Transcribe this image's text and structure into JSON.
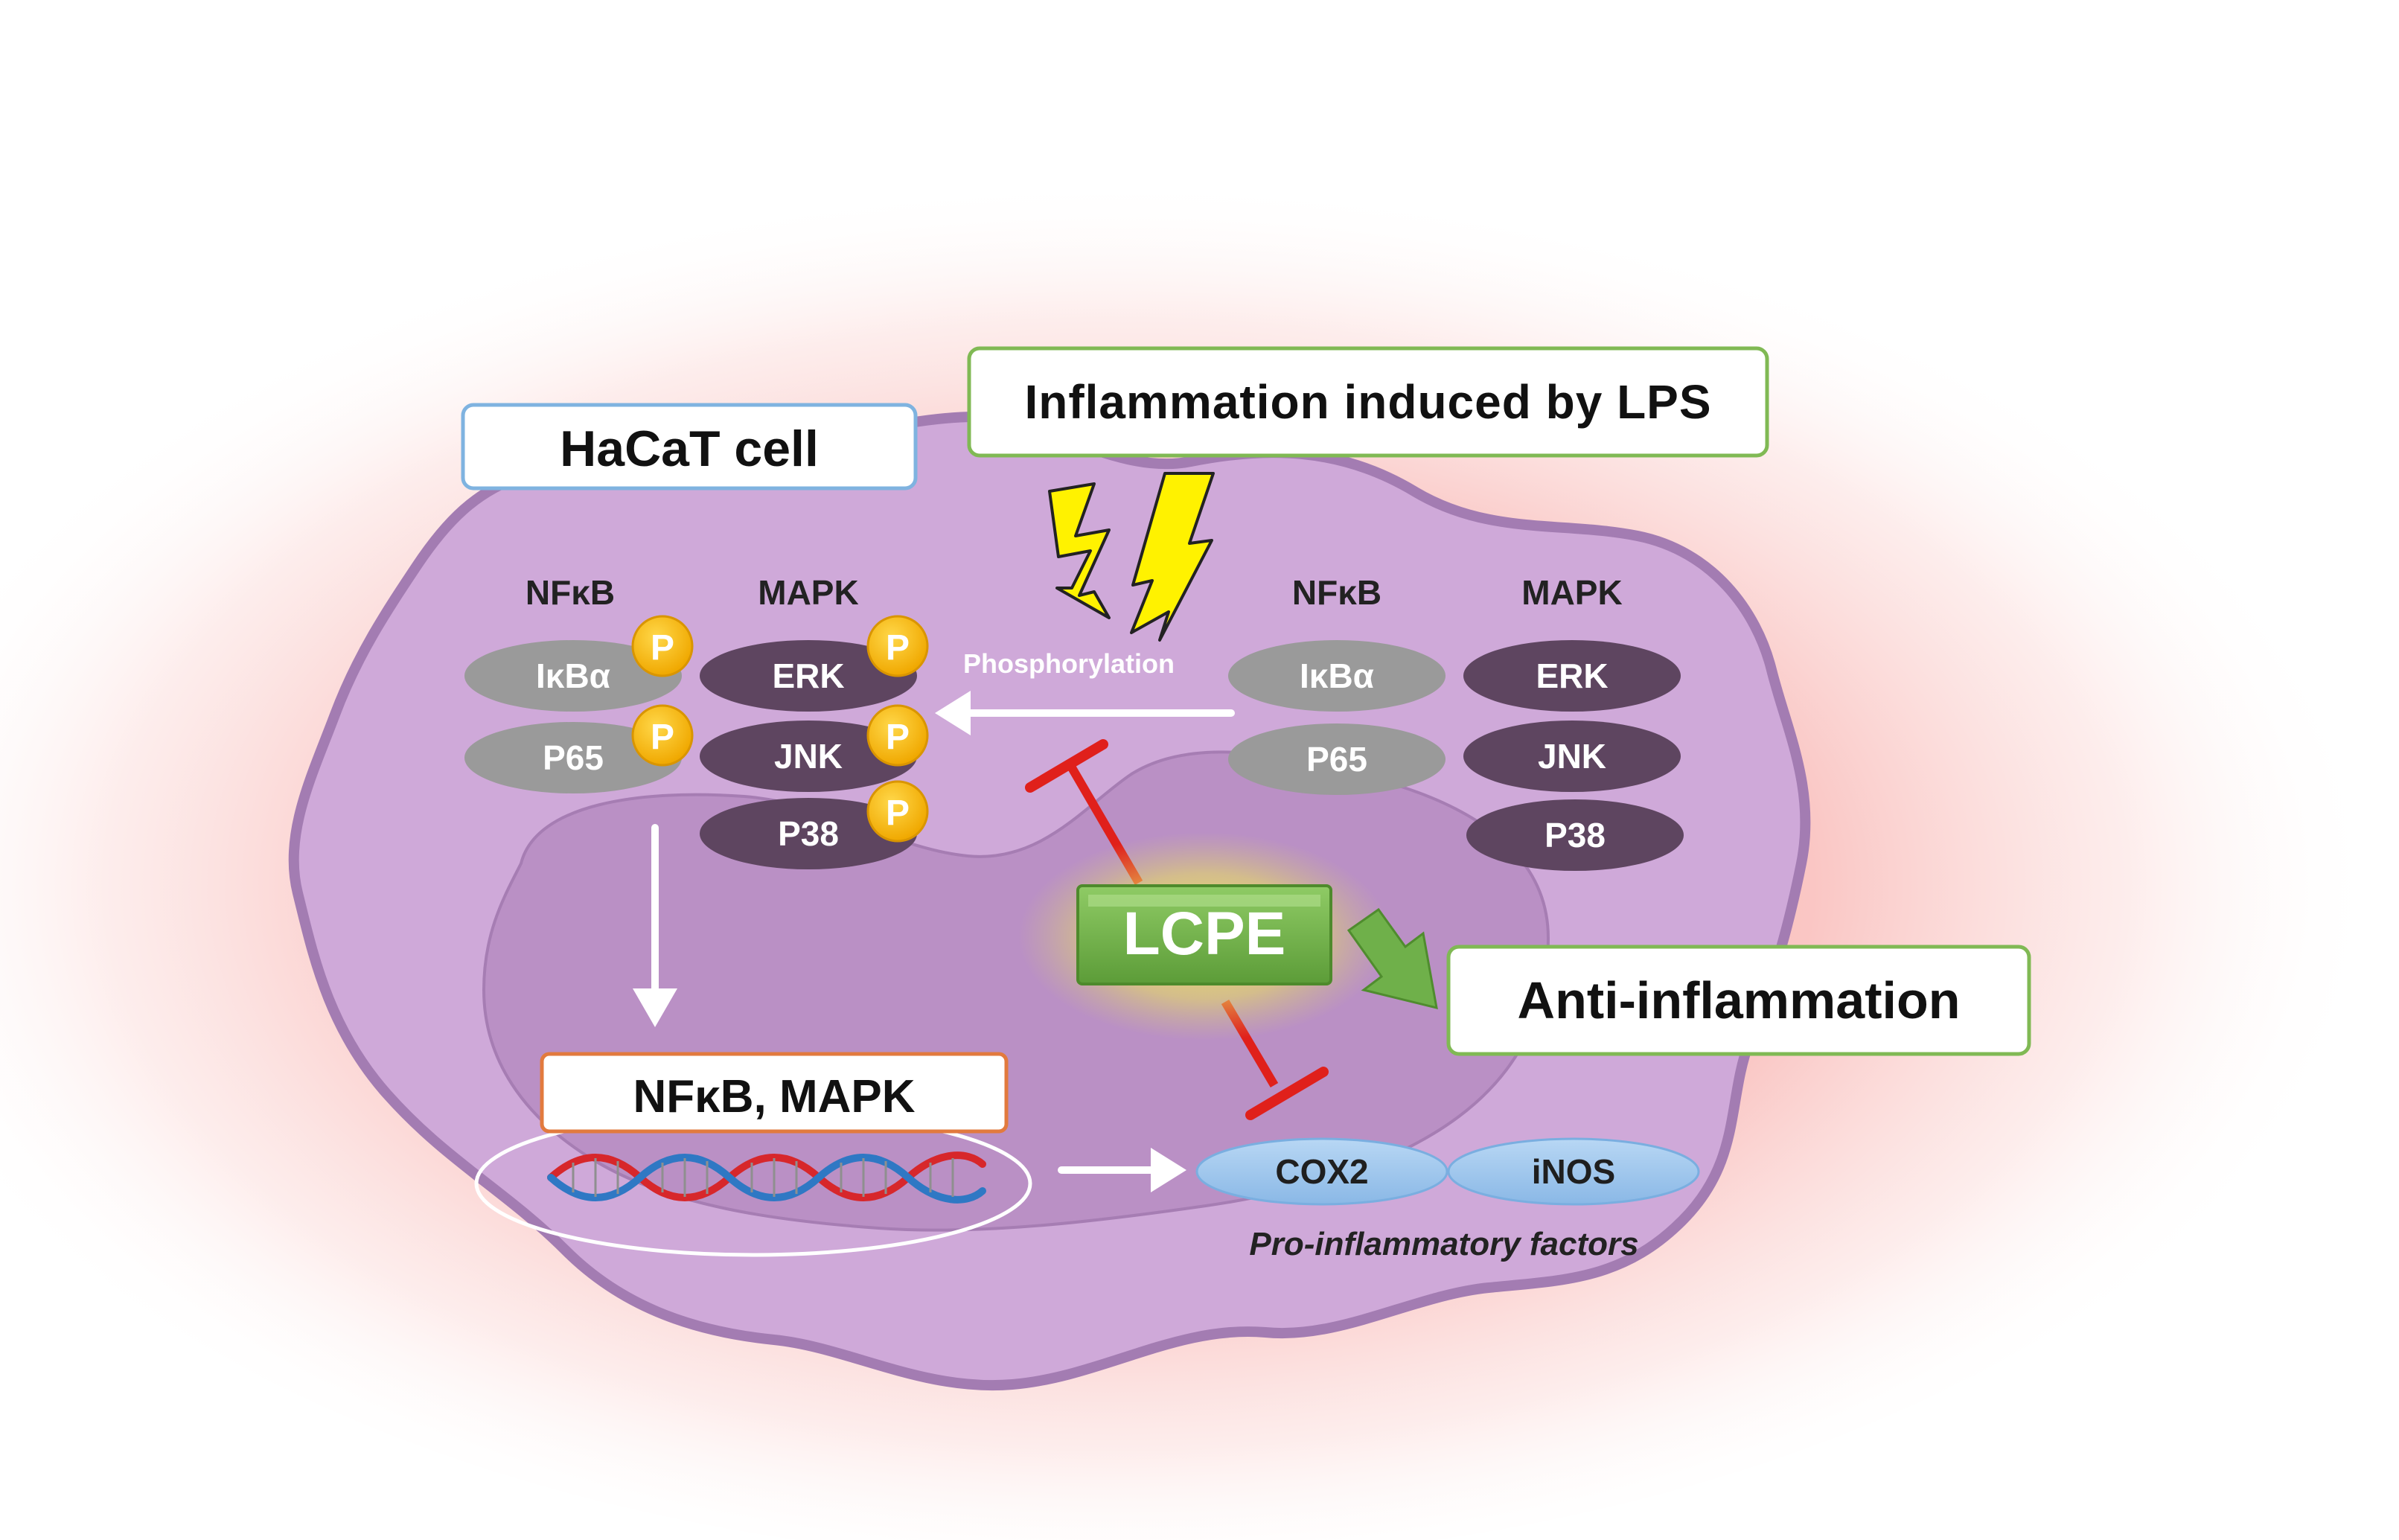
{
  "labels": {
    "cell": "HaCaT cell",
    "stimulus": "Inflammation induced by LPS",
    "phosphorylation": "Phosphorylation",
    "treatment": "LCPE",
    "outcome": "Anti-inflammation",
    "nucleus_box": "NFκB, MAPK",
    "factors_caption": "Pro-inflammatory factors"
  },
  "left_group": {
    "nfkb_header": "NFκB",
    "mapk_header": "MAPK",
    "nfkb": [
      {
        "label": "IκBα",
        "phosphorylated": true
      },
      {
        "label": "P65",
        "phosphorylated": true
      }
    ],
    "mapk": [
      {
        "label": "ERK",
        "phosphorylated": true
      },
      {
        "label": "JNK",
        "phosphorylated": true
      },
      {
        "label": "P38",
        "phosphorylated": true
      }
    ]
  },
  "right_group": {
    "nfkb_header": "NFκB",
    "mapk_header": "MAPK",
    "nfkb": [
      {
        "label": "IκBα",
        "phosphorylated": false
      },
      {
        "label": "P65",
        "phosphorylated": false
      }
    ],
    "mapk": [
      {
        "label": "ERK",
        "phosphorylated": false
      },
      {
        "label": "JNK",
        "phosphorylated": false
      },
      {
        "label": "P38",
        "phosphorylated": false
      }
    ]
  },
  "phospho_badge": "P",
  "factors": [
    {
      "label": "COX2"
    },
    {
      "label": "iNOS"
    }
  ],
  "colors": {
    "cell_fill": "#cda7d6",
    "cell_edge": "#a27cb0",
    "nucleus_fill": "#b98fc4",
    "halo": "#f7a8a4",
    "grey_protein": "#9a9a9a",
    "dark_protein": "#5e4560",
    "phospho": "#f7b500",
    "factor": "#9fc6ec",
    "inhibit": "#e0201b",
    "lcpe_green": "#6fb04a",
    "box_green": "#80b954",
    "box_blue": "#7fb3e0",
    "box_orange": "#e27a3e",
    "lightning": "#fff200"
  },
  "icons": [
    "lightning-bolt-icon",
    "phosphate-badge-icon",
    "dna-helix-icon",
    "green-arrow-icon",
    "inhibition-bar-icon"
  ]
}
